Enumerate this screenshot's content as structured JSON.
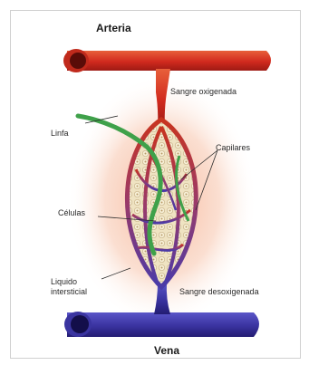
{
  "diagram": {
    "labels": {
      "arteria": "Arteria",
      "sangre_oxigenada": "Sangre oxigenada",
      "linfa": "Linfa",
      "capilares": "Capilares",
      "celulas": "Células",
      "liquido_line1": "Liquido",
      "liquido_line2": "intersticial",
      "sangre_desoxigenada": "Sangre desoxigenada",
      "vena": "Vena"
    },
    "colors": {
      "artery": "#d23a26",
      "vein": "#3a35a0",
      "lymph": "#3fa14a",
      "glow": "#f2a88a",
      "cells": "#efe3c2"
    }
  }
}
